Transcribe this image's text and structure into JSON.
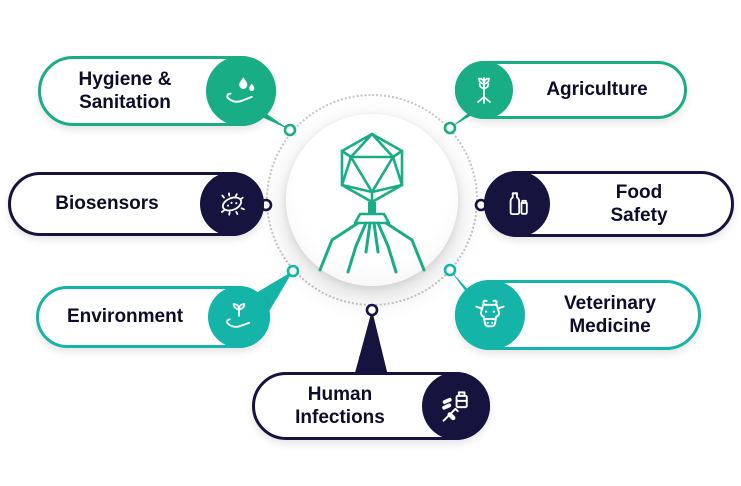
{
  "diagram": "bacteriophage-applications",
  "colors": {
    "green": "#18ad85",
    "navy": "#16133f",
    "teal": "#14b4a8",
    "text": "#0d0c2b",
    "background": "#ffffff",
    "dotted_ring": "#c4c4c4"
  },
  "center": {
    "icon": "bacteriophage-icon"
  },
  "items": [
    {
      "id": "hygiene",
      "label": "Hygiene &\nSanitation",
      "color": "green",
      "icon": "hand-water-drops-icon"
    },
    {
      "id": "agriculture",
      "label": "Agriculture",
      "color": "green",
      "icon": "plant-roots-icon"
    },
    {
      "id": "biosensors",
      "label": "Biosensors",
      "color": "navy",
      "icon": "bacteria-icon"
    },
    {
      "id": "food-safety",
      "label": "Food\nSafety",
      "color": "navy",
      "icon": "milk-bottles-icon"
    },
    {
      "id": "environment",
      "label": "Environment",
      "color": "teal",
      "icon": "plant-in-hand-icon"
    },
    {
      "id": "veterinary",
      "label": "Veterinary\nMedicine",
      "color": "teal",
      "icon": "cow-icon"
    },
    {
      "id": "human",
      "label": "Human\nInfections",
      "color": "navy",
      "icon": "medicine-syringe-icon"
    }
  ]
}
